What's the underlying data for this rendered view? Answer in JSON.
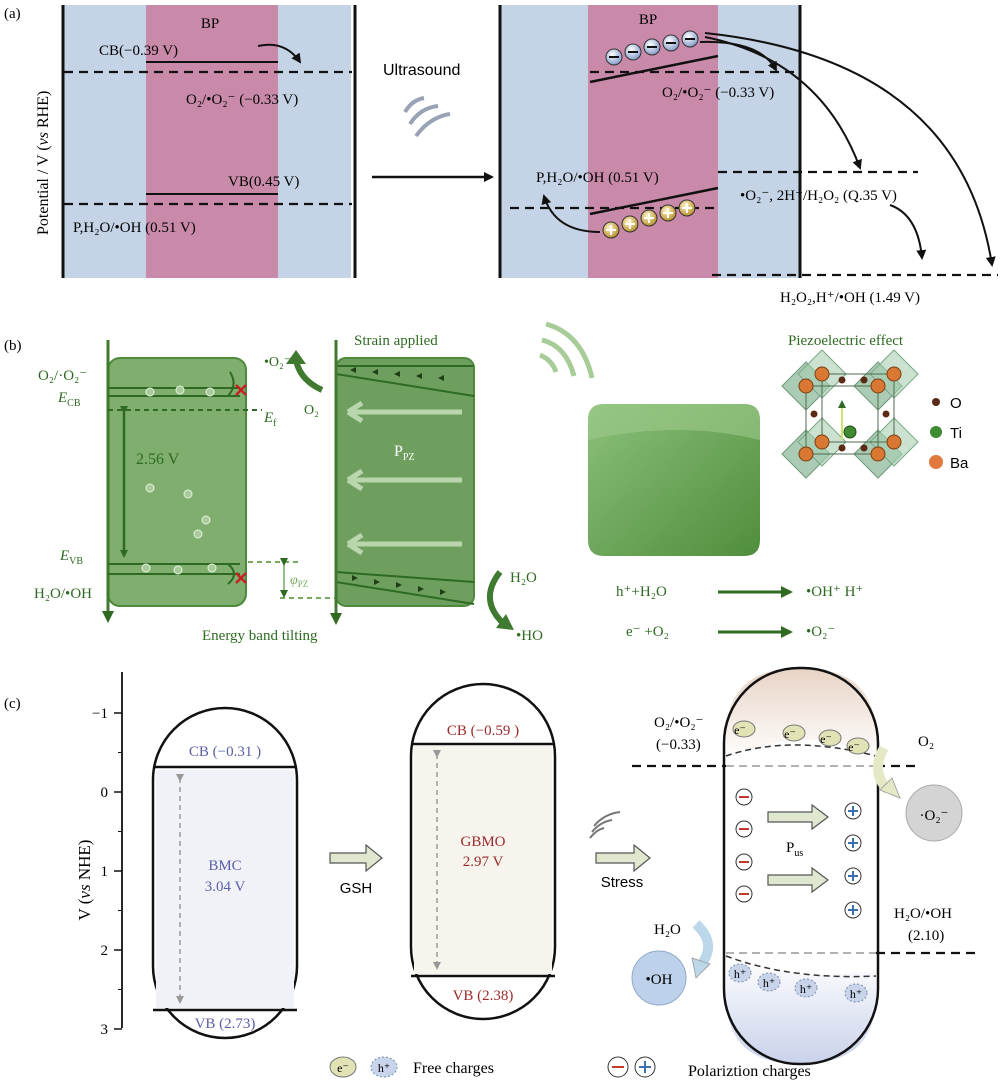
{
  "panel_a": {
    "label": "(a)",
    "ylabel": "Potential / V (vs RHE)",
    "ylabel_parts": [
      "Potential / V (",
      "vs",
      " RHE)"
    ],
    "bp": "BP",
    "bp_right": "BP",
    "cb_label": "CB(−0.39 V)",
    "o2_left": "O₂/•O₂⁻ (−0.33 V)",
    "vb_label": "VB(0.45 V)",
    "p_h2o_left": "P,H₂O/•OH (0.51 V)",
    "ultrasound": "Ultrasound",
    "o2_right": "O₂/•O₂⁻ (−0.33 V)",
    "p_h2o_right": "P,H₂O/•OH (0.51 V)",
    "o2_h2o2": "•O₂⁻, 2H⁺/H₂O₂ (Q.35 V)",
    "h2o2_oh": "H₂O₂,H⁺/•OH (1.49 V)"
  },
  "panel_b": {
    "label": "(b)",
    "o2_radical": "•O₂⁻",
    "strain": "Strain applied",
    "piezo_title": "Piezoelectric effect",
    "o2_couple": "O₂/·O₂⁻",
    "ecb": "E",
    "ecb_sub": "CB",
    "ef": "E",
    "ef_sub": "f",
    "o2": "O₂",
    "gap": "2.56 V",
    "ppz": "P",
    "ppz_sub": "PZ",
    "evb": "E",
    "evb_sub": "VB",
    "phi": "φ",
    "phi_sub": "PZ",
    "h2o_oh": "H₂O/•OH",
    "h2o": "H₂O",
    "ho": "•HO",
    "band_tilt": "Energy band tilting",
    "legend": [
      {
        "name": "O",
        "color": "#5a2a14"
      },
      {
        "name": "Ti",
        "color": "#3f8a32"
      },
      {
        "name": "Ba",
        "color": "#e07a3c"
      }
    ],
    "reaction1_left": "h⁺+H₂O",
    "reaction1_right": "•OH⁺ H⁺",
    "reaction2_left": "e⁻ +O₂",
    "reaction2_right": "•O₂⁻"
  },
  "panel_c": {
    "label": "(c)",
    "ylabel": "V (vs NHE)",
    "ylabel_parts": [
      "V (",
      "vs",
      " NHE)"
    ],
    "ticks": [
      "−1",
      "0",
      "1",
      "2",
      "3"
    ],
    "tick_values": [
      -1,
      0,
      1,
      2,
      3
    ],
    "bmc_cb": "CB (−0.31 )",
    "bmc_name": "BMC",
    "bmc_gap": "3.04 V",
    "bmc_vb": "VB (2.73)",
    "gsh": "GSH",
    "gbmo_cb": "CB (−0.59 )",
    "gbmo_name": "GBMO",
    "gbmo_gap": "2.97 V",
    "gbmo_vb": "VB (2.38)",
    "stress": "Stress",
    "o2_couple": "O₂/•O₂⁻",
    "o2_couple_val": "(−0.33)",
    "e_minus": "e⁻",
    "h_plus": "h⁺",
    "o2": "O₂",
    "o2_radical": "·O₂⁻",
    "pus": "P",
    "pus_sub": "us",
    "h2o": "H₂O",
    "oh": "•OH",
    "h2o_oh": "H₂O/•OH",
    "h2o_oh_val": "(2.10)",
    "free_charges": "Free charges",
    "polarization_charges": "Polariztion charges"
  },
  "colors": {
    "blue_band": "#c2d2e4",
    "pink_band": "#c98aaa",
    "green": "#3f7a30",
    "green_light": "#74ab5c",
    "bmc_text": "#5b5fa8",
    "gbmo_text": "#9a2a2a"
  }
}
